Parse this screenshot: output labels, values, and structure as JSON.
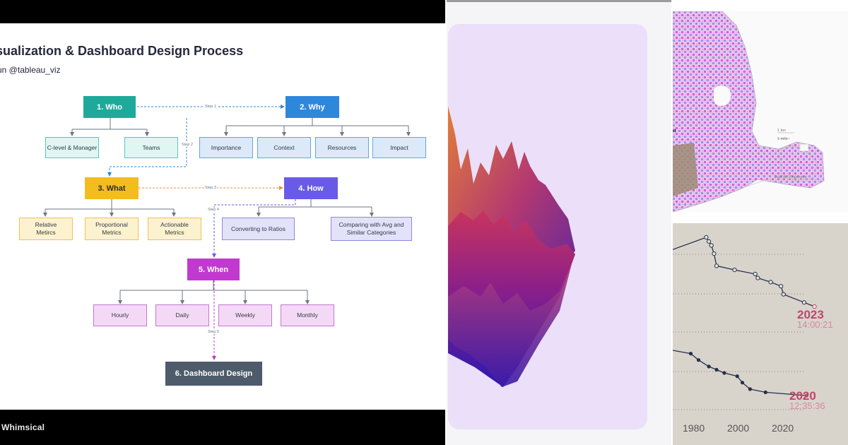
{
  "flowchart": {
    "title": "sualization & Dashboard Design Process",
    "author": "un @tableau_viz",
    "brand": "Whimsical",
    "nodes": {
      "who": "1. Who",
      "why": "2. Why",
      "what": "3. What",
      "how": "4. How",
      "when": "5. When",
      "design": "6. Dashboard Design"
    },
    "who_children": [
      "C-level & Manager",
      "Teams"
    ],
    "why_children": [
      "Importance",
      "Context",
      "Resources",
      "Impact"
    ],
    "what_children": [
      "Relative Metircs",
      "Proportional Metrics",
      "Actionable Metrics"
    ],
    "how_children": [
      "Converting to Ratios",
      "Comparing with Avg and Similar Categories"
    ],
    "when_children": [
      "Hourly",
      "Daily",
      "Weekly",
      "Monthly"
    ],
    "steps": [
      "Step 1",
      "Step 2",
      "Step 3",
      "Step 4",
      "Step 5"
    ],
    "colors": {
      "who": "#1fa99a",
      "why": "#2f87dc",
      "what": "#f3bd1f",
      "how": "#6a5ae8",
      "when": "#c139cf",
      "design": "#4d5b6a"
    }
  },
  "surface_panel": {
    "colors": {
      "card": "#ecdff9",
      "surface_top": "#b2285e",
      "surface_bottom": "#2a1ab0"
    }
  },
  "map_panel": {
    "labels": [
      "rt",
      "1 km",
      "1 mile",
      "Bois de Vincennes"
    ]
  },
  "timeline_panel": {
    "chart_data": {
      "type": "line",
      "xlabel": "",
      "ylabel": "",
      "x_ticks": [
        "1980",
        "2000",
        "2020"
      ],
      "xlim": [
        1968,
        2036
      ],
      "series": [
        {
          "annotation_year": "2023",
          "annotation_time": "14:00:21",
          "points": [
            [
              1968,
              4
            ],
            [
              1981,
              1
            ],
            [
              1982,
              2
            ],
            [
              1983,
              3
            ],
            [
              1984,
              5
            ],
            [
              1985,
              8
            ],
            [
              1992,
              9
            ],
            [
              2000,
              10
            ],
            [
              2001,
              11
            ],
            [
              2006,
              12
            ],
            [
              2010,
              13
            ],
            [
              2011,
              15
            ],
            [
              2019,
              17
            ],
            [
              2023,
              18
            ]
          ]
        },
        {
          "annotation_year": "2020",
          "annotation_time": "12:35:36",
          "points": [
            [
              1968,
              1
            ],
            [
              1975,
              2
            ],
            [
              1978,
              4
            ],
            [
              1982,
              6
            ],
            [
              1985,
              7
            ],
            [
              1988,
              8
            ],
            [
              1993,
              9
            ],
            [
              1995,
              11
            ],
            [
              1998,
              13
            ],
            [
              2004,
              14
            ],
            [
              2020,
              15
            ]
          ]
        }
      ]
    }
  }
}
